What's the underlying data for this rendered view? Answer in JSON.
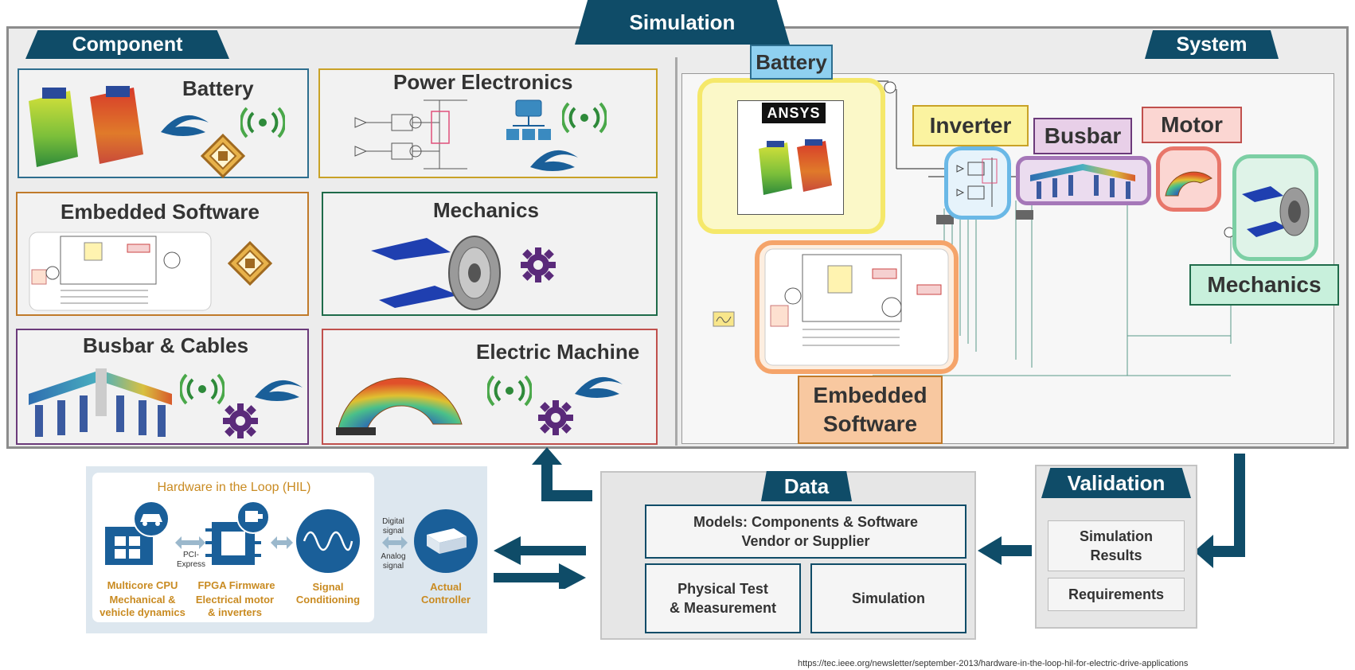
{
  "simulation": {
    "title": "Simulation",
    "component": {
      "title": "Component",
      "boxes": [
        {
          "label": "Battery"
        },
        {
          "label": "Power Electronics"
        },
        {
          "label": "Embedded Software"
        },
        {
          "label": "Mechanics"
        },
        {
          "label": "Busbar & Cables"
        },
        {
          "label": "Electric Machine"
        }
      ]
    },
    "system": {
      "title": "System",
      "labels": {
        "battery": "Battery",
        "inverter": "Inverter",
        "busbar": "Busbar",
        "motor": "Motor",
        "mechanics": "Mechanics",
        "embedded_software": "Embedded\nSoftware"
      },
      "ansys_logo": "ANSYS"
    }
  },
  "hil": {
    "title": "Hardware in the Loop (HIL)",
    "blocks": [
      {
        "label": "Multicore CPU",
        "desc": "Mechanical &\nvehicle dynamics"
      },
      {
        "label": "FPGA Firmware",
        "desc": "Electrical motor\n& inverters"
      },
      {
        "label": "Signal\nConditioning"
      },
      {
        "label": "Actual\nController"
      }
    ],
    "links": {
      "pci": "PCI-\nExpress",
      "digital": "Digital\nsignal",
      "analog": "Analog\nsignal"
    }
  },
  "data_section": {
    "title": "Data",
    "models": "Models: Components & Software\nVendor or Supplier",
    "physical": "Physical Test\n& Measurement",
    "simulation": "Simulation"
  },
  "validation": {
    "title": "Validation",
    "items": [
      "Simulation\nResults",
      "Requirements"
    ]
  },
  "source_url": "https://tec.ieee.org/newsletter/september-2013/hardware-in-the-loop-hil-for-electric-drive-applications",
  "colors": {
    "accent": "#0f4c68",
    "battery": "#2e6e8e",
    "power_electronics": "#c9a227",
    "embedded_software": "#c07a2a",
    "mechanics": "#1f6b4a",
    "busbar": "#6b3a7a",
    "electric_machine": "#c0504d",
    "hil_orange": "#c98b22"
  }
}
